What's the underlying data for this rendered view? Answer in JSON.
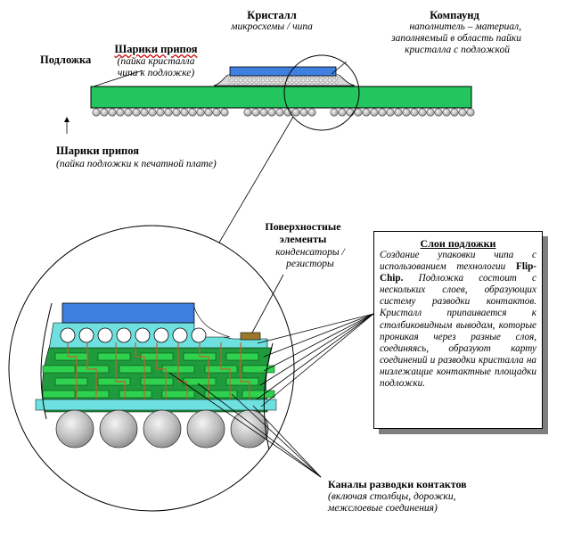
{
  "labels": {
    "crystal_title": "Кристалл",
    "crystal_sub": "микросхемы / чипа",
    "compound_title": "Компаунд",
    "compound_sub_1": "наполнитель – материал,",
    "compound_sub_2": "заполняемый в область пайки",
    "compound_sub_3": "кристалла с подложкой",
    "substrate": "Подложка",
    "balls_chip_title": "Шарики припоя",
    "balls_chip_sub_1": "(пайка кристалла",
    "balls_chip_sub_2": "чипа к подложке)",
    "balls_board_title": "Шарики припоя",
    "balls_board_sub": "(пайка подложки к печатной плате)",
    "surface_title_1": "Поверхностные",
    "surface_title_2": "элементы",
    "surface_sub_1": "конденсаторы /",
    "surface_sub_2": "резисторы",
    "channels_title": "Каналы разводки контактов",
    "channels_sub_1": "(включая столбцы, дорожки,",
    "channels_sub_2": "межслоевые соединения)"
  },
  "layer_box": {
    "title": "Слои подложки",
    "text_1": "Создание упаковки чипа с использованием технологии",
    "text_bold": "Flip-Chip.",
    "text_2": "Подложка состоит с нескольких слоев, образующих систему разводки контактов. Кристалл припаивается к столбиковидным выводам, которые проникая через разные слоя, соединяясь, образуют карту соединений и разводки кристалла на низлежащие контактные площадки подложки."
  },
  "colors": {
    "substrate_green": "#22c55e",
    "pcb_green": "#1f9a3c",
    "chip_blue": "#3f7fe0",
    "trace_orange": "#c0612a",
    "ball_gray": "#c8c8c8",
    "layer_cyan": "#6fe0e0"
  }
}
